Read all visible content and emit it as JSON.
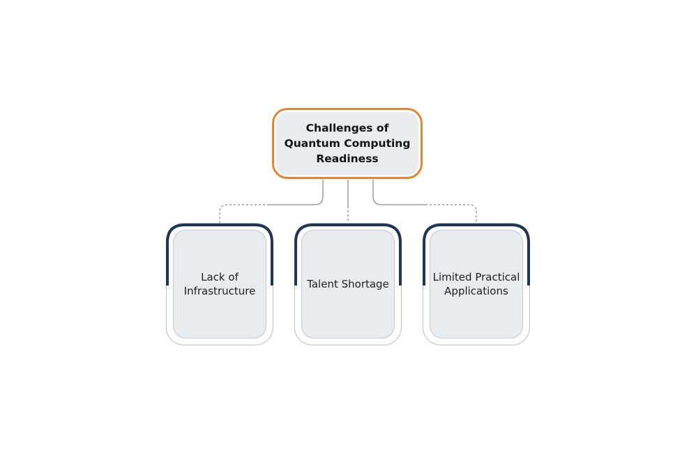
{
  "root": {
    "title": "Challenges of Quantum Computing Readiness"
  },
  "children": [
    {
      "label": "Lack of Infrastructure"
    },
    {
      "label": "Talent Shortage"
    },
    {
      "label": "Limited Practical Applications"
    }
  ],
  "colors": {
    "root_border": "#e5862f",
    "card_accent": "#1d3656",
    "card_fill": "#e8ecef",
    "connector": "#9a9fa4"
  }
}
